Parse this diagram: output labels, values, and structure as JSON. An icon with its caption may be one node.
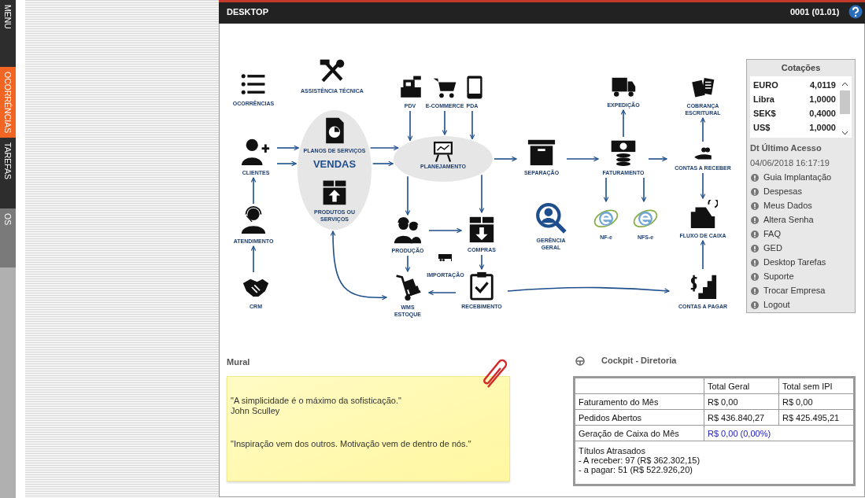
{
  "diagram": {
    "title": "DESKTOP",
    "nodes": [
      {
        "text": [
          "OCORRÊNCIAS"
        ]
      },
      {
        "text": [
          "ASSISTÊNCIA TÉCNICA"
        ]
      },
      {
        "text": [
          "PDV"
        ]
      },
      {
        "text": [
          "E-COMMERCE"
        ]
      },
      {
        "text": [
          "PDA"
        ]
      },
      {
        "text": [
          "EXPEDIÇÃO"
        ]
      },
      {
        "text": [
          "COBRANÇA ESCRITURAL"
        ]
      },
      {
        "text": [
          "CLIENTES"
        ]
      },
      {
        "text": [
          "VENDAS"
        ]
      },
      {
        "text": [
          "PLANOS DE SERVIÇOS"
        ],
        "in": 8
      },
      {
        "text": [
          "PRODUTOS OU SERVIÇOS"
        ],
        "in": 8
      },
      {
        "text": [
          "PLANEJAMENTO"
        ]
      },
      {
        "text": [
          "SEPARAÇÃO"
        ]
      },
      {
        "text": [
          "FATURAMENTO"
        ]
      },
      {
        "text": [
          "CONTAS A RECEBER"
        ]
      },
      {
        "text": [
          "ATENDIMENTO"
        ]
      },
      {
        "text": [
          "PRODUÇÃO"
        ]
      },
      {
        "text": [
          "COMPRAS"
        ]
      },
      {
        "text": [
          "GERÊNCIA GERAL"
        ]
      },
      {
        "text": [
          "NF-e"
        ]
      },
      {
        "text": [
          "NFS-e"
        ]
      },
      {
        "text": [
          "FLUXO DE CAIXA"
        ]
      },
      {
        "text": [
          "IMPORTAÇÃO"
        ]
      },
      {
        "text": [
          "CRM"
        ]
      },
      {
        "text": [
          "WMS ESTOQUE"
        ]
      },
      {
        "text": [
          "RECEBIMENTO"
        ]
      },
      {
        "text": [
          "CONTAS A PAGAR"
        ]
      }
    ],
    "edges": [
      {
        "from": 23,
        "to": 15,
        "arrow": "to"
      },
      {
        "from": 15,
        "to": 7,
        "arrow": "to"
      },
      {
        "from": 7,
        "to": 8,
        "arrow": "to"
      },
      {
        "from": 7,
        "to": 8,
        "arrow": "to"
      },
      {
        "from": 8,
        "to": 11,
        "arrow": "to"
      },
      {
        "from": 8,
        "to": 11,
        "arrow": "to"
      },
      {
        "from": 2,
        "to": 11,
        "arrow": "to"
      },
      {
        "from": 3,
        "to": 11,
        "arrow": "to"
      },
      {
        "from": 4,
        "to": 11,
        "arrow": "to"
      },
      {
        "from": 11,
        "to": 12,
        "arrow": "to"
      },
      {
        "from": 12,
        "to": 13,
        "arrow": "to"
      },
      {
        "from": 13,
        "to": 5,
        "arrow": "to"
      },
      {
        "from": 13,
        "to": 14,
        "arrow": "to"
      },
      {
        "from": 13,
        "to": 19,
        "arrow": "to"
      },
      {
        "from": 13,
        "to": 20,
        "arrow": "to"
      },
      {
        "from": 14,
        "to": 6,
        "arrow": "to"
      },
      {
        "from": 14,
        "to": 21,
        "arrow": "to"
      },
      {
        "from": 26,
        "to": 21,
        "arrow": "to"
      },
      {
        "from": 11,
        "to": 16,
        "arrow": "to"
      },
      {
        "from": 11,
        "to": 17,
        "arrow": "to"
      },
      {
        "from": 16,
        "to": 17,
        "arrow": "to"
      },
      {
        "from": 16,
        "to": 24,
        "arrow": "to"
      },
      {
        "from": 17,
        "to": 25,
        "arrow": "to"
      },
      {
        "from": 25,
        "to": 24,
        "arrow": "to"
      },
      {
        "from": 25,
        "to": 26,
        "arrow": "to"
      },
      {
        "from": 8,
        "to": 24,
        "arrow": "both"
      }
    ],
    "labels": [
      "MENU",
      "OCORRÊNCIAS",
      "TAREFAS",
      "OS",
      "0001 (01.01)",
      "Cotações",
      "EURO",
      "4,0119",
      "Libra",
      "1,0000",
      "SEK$",
      "0,4000",
      "US$",
      "1,0000",
      "Dt Último Acesso",
      "04/06/2018 16:17:19",
      "Guia Implantação",
      "Despesas",
      "Meus Dados",
      "Altera Senha",
      "FAQ",
      "GED",
      "Desktop Tarefas",
      "Suporte",
      "Trocar Empresa",
      "Logout",
      "Mural",
      "\"A simplicidade é o máximo da sofisticação.\"",
      "John Sculley",
      "\"Inspiração vem dos outros. Motivação vem de dentro de nós.\"",
      "Cockpit - Diretoria",
      "Total Geral",
      "Total sem IPI",
      "Faturamento do Mês",
      "R$ 0,00",
      "R$ 0,00",
      "Pedidos Abertos",
      "R$ 436.840,27",
      "R$ 425.495,21",
      "Geração de Caixa do Mês",
      "R$ 0,00 (0,00%)",
      "Títulos Atrasados",
      "- A receber: 97 (R$ 362.302,15)",
      "- a pagar: 51 (R$ 522.926,20)"
    ]
  }
}
